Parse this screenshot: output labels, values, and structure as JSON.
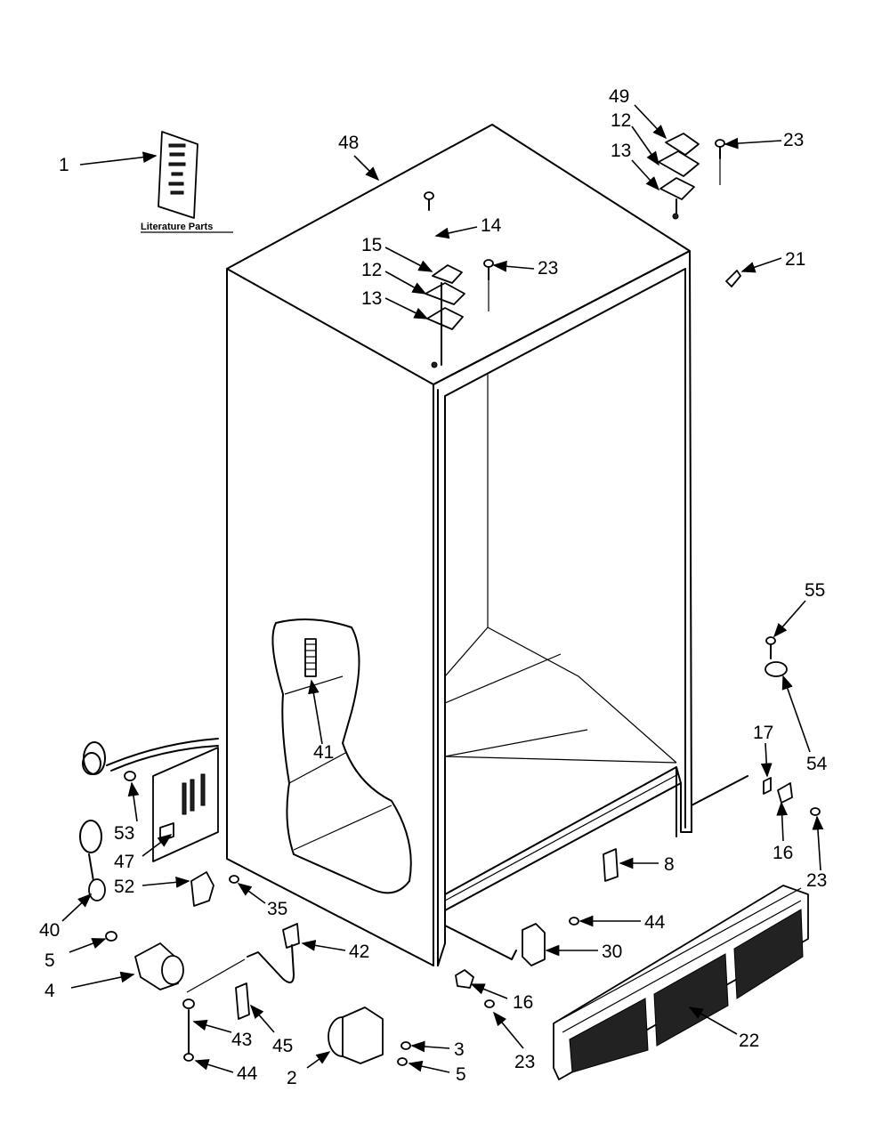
{
  "diagram": {
    "literature_label": "Literature Parts",
    "callouts": {
      "c1": "1",
      "c48": "48",
      "c49": "49",
      "c12a": "12",
      "c13a": "13",
      "c23a": "23",
      "c14": "14",
      "c15": "15",
      "c12b": "12",
      "c23b": "23",
      "c13b": "13",
      "c21": "21",
      "c55": "55",
      "c41": "41",
      "c17": "17",
      "c54": "54",
      "c53": "53",
      "c16a": "16",
      "c23c": "23",
      "c47": "47",
      "c8": "8",
      "c52": "52",
      "c35": "35",
      "c44a": "44",
      "c40": "40",
      "c42": "42",
      "c30": "30",
      "c5a": "5",
      "c4": "4",
      "c16b": "16",
      "c43": "43",
      "c45": "45",
      "c22": "22",
      "c3": "3",
      "c2": "2",
      "c5b": "5",
      "c23d": "23",
      "c44b": "44"
    }
  }
}
